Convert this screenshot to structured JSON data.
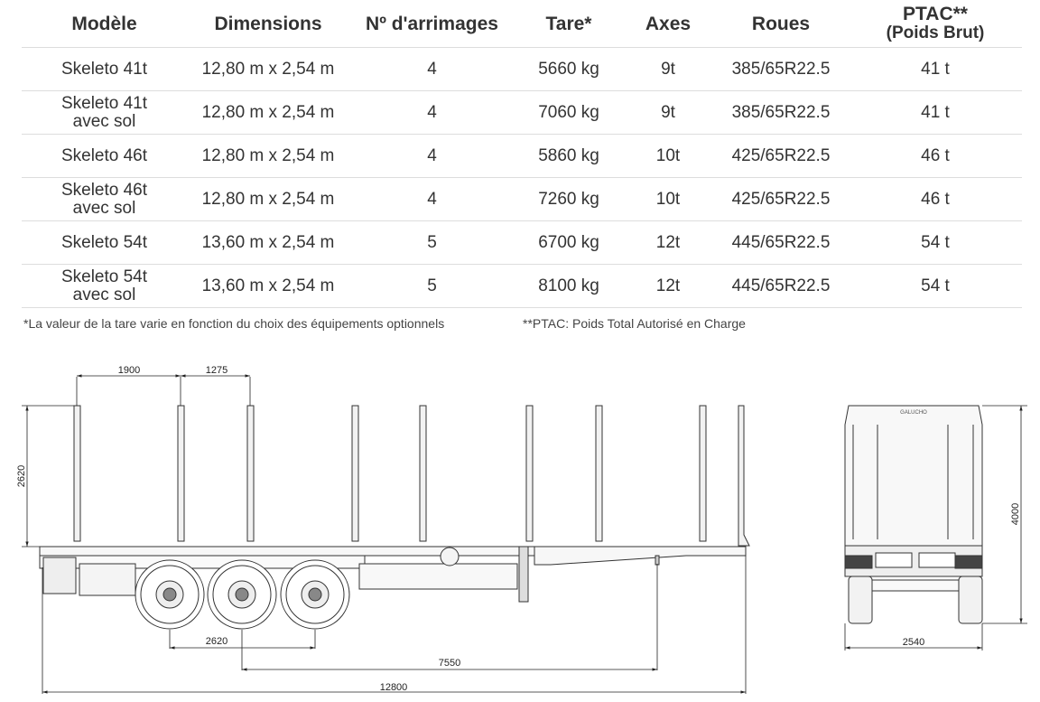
{
  "table": {
    "headers": [
      "Modèle",
      "Dimensions",
      "Nº d'arrimages",
      "Tare*",
      "Axes",
      "Roues",
      "PTAC**"
    ],
    "ptac_sub": "(Poids Brut)",
    "rows": [
      {
        "model": "Skeleto 41t",
        "dimensions": "12,80 m x 2,54 m",
        "arrimages": "4",
        "tare": "5660 kg",
        "axes": "9t",
        "roues": "385/65R22.5",
        "ptac": "41 t"
      },
      {
        "model": "Skeleto 41t\navec sol",
        "dimensions": "12,80 m x 2,54 m",
        "arrimages": "4",
        "tare": "7060 kg",
        "axes": "9t",
        "roues": "385/65R22.5",
        "ptac": "41 t"
      },
      {
        "model": "Skeleto 46t",
        "dimensions": "12,80 m x 2,54 m",
        "arrimages": "4",
        "tare": "5860 kg",
        "axes": "10t",
        "roues": "425/65R22.5",
        "ptac": "46 t"
      },
      {
        "model": "Skeleto 46t\navec sol",
        "dimensions": "12,80 m x 2,54 m",
        "arrimages": "4",
        "tare": "7260 kg",
        "axes": "10t",
        "roues": "425/65R22.5",
        "ptac": "46 t"
      },
      {
        "model": "Skeleto 54t",
        "dimensions": "13,60 m x 2,54 m",
        "arrimages": "5",
        "tare": "6700 kg",
        "axes": "12t",
        "roues": "445/65R22.5",
        "ptac": "54 t"
      },
      {
        "model": "Skeleto 54t\navec sol",
        "dimensions": "13,60 m x 2,54 m",
        "arrimages": "5",
        "tare": "8100 kg",
        "axes": "12t",
        "roues": "445/65R22.5",
        "ptac": "54 t"
      }
    ]
  },
  "notes": {
    "tare": "*La valeur de la tare varie en fonction du choix des équipements optionnels",
    "ptac": "**PTAC: Poids Total Autorisé en Charge"
  },
  "drawing": {
    "dims": {
      "post_spacing_1": "1900",
      "post_spacing_2": "1275",
      "height": "2620",
      "axle_spread": "2620",
      "wheelbase": "7550",
      "total_length": "12800",
      "rear_height": "4000",
      "rear_width": "2540"
    },
    "brand": "GALUCHO"
  }
}
